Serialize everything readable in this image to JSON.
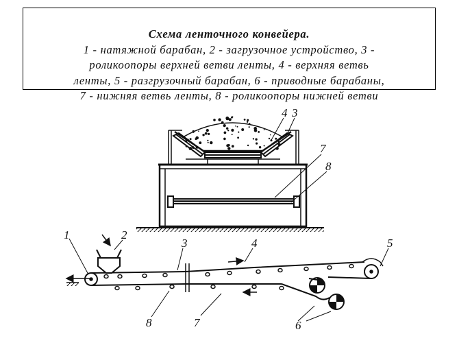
{
  "caption": {
    "title": "Схема ленточного конвейера.",
    "lines": [
      "1 - натяжной барабан, 2 - загрузочное устройство, 3 -",
      "роликоопоры верхней ветви ленты, 4 - верхняя ветвь",
      "ленты, 5 - разгрузочный барабан, 6 - приводные барабаны,",
      "7 - нижняя ветвь ленты, 8 - роликоопоры нижней ветви"
    ]
  },
  "diagram": {
    "cross_section_labels": [
      "4",
      "3",
      "7",
      "8"
    ],
    "side_view_labels": [
      "1",
      "2",
      "3",
      "4",
      "5",
      "6",
      "7",
      "8"
    ]
  },
  "colors": {
    "ink": "#111111",
    "background": "#ffffff",
    "border": "#000000"
  }
}
